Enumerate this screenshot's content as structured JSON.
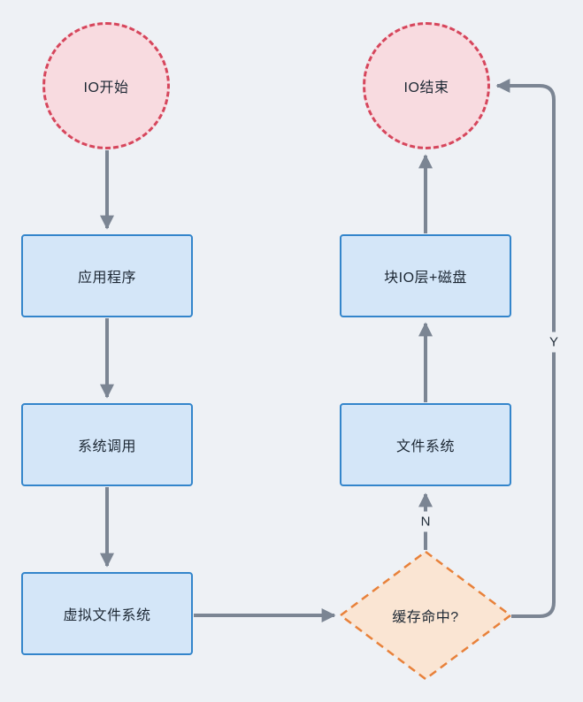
{
  "diagram": {
    "type": "flowchart",
    "nodes": {
      "io_start": {
        "label": "IO开始",
        "shape": "circle-dashed",
        "role": "start"
      },
      "app": {
        "label": "应用程序",
        "shape": "rect",
        "role": "process"
      },
      "syscall": {
        "label": "系统调用",
        "shape": "rect",
        "role": "process"
      },
      "vfs": {
        "label": "虚拟文件系统",
        "shape": "rect",
        "role": "process"
      },
      "cache_hit": {
        "label": "缓存命中?",
        "shape": "diamond-dashed",
        "role": "decision"
      },
      "fs": {
        "label": "文件系统",
        "shape": "rect",
        "role": "process"
      },
      "block_io": {
        "label": "块IO层+磁盘",
        "shape": "rect",
        "role": "process"
      },
      "io_end": {
        "label": "IO结束",
        "shape": "circle-dashed",
        "role": "end"
      }
    },
    "edges": [
      {
        "from": "io_start",
        "to": "app",
        "label": ""
      },
      {
        "from": "app",
        "to": "syscall",
        "label": ""
      },
      {
        "from": "syscall",
        "to": "vfs",
        "label": ""
      },
      {
        "from": "vfs",
        "to": "cache_hit",
        "label": ""
      },
      {
        "from": "cache_hit",
        "to": "fs",
        "label": "N"
      },
      {
        "from": "fs",
        "to": "block_io",
        "label": ""
      },
      {
        "from": "block_io",
        "to": "io_end",
        "label": ""
      },
      {
        "from": "cache_hit",
        "to": "io_end",
        "label": "Y"
      }
    ],
    "colors": {
      "background": "#eef1f5",
      "terminal_fill": "#f8dbe0",
      "terminal_border": "#d6465c",
      "process_fill": "#d4e6f8",
      "process_border": "#3385cb",
      "decision_fill": "#fae5d3",
      "decision_border": "#e8813a",
      "arrow": "#7b8593",
      "text": "#1c2733"
    }
  }
}
